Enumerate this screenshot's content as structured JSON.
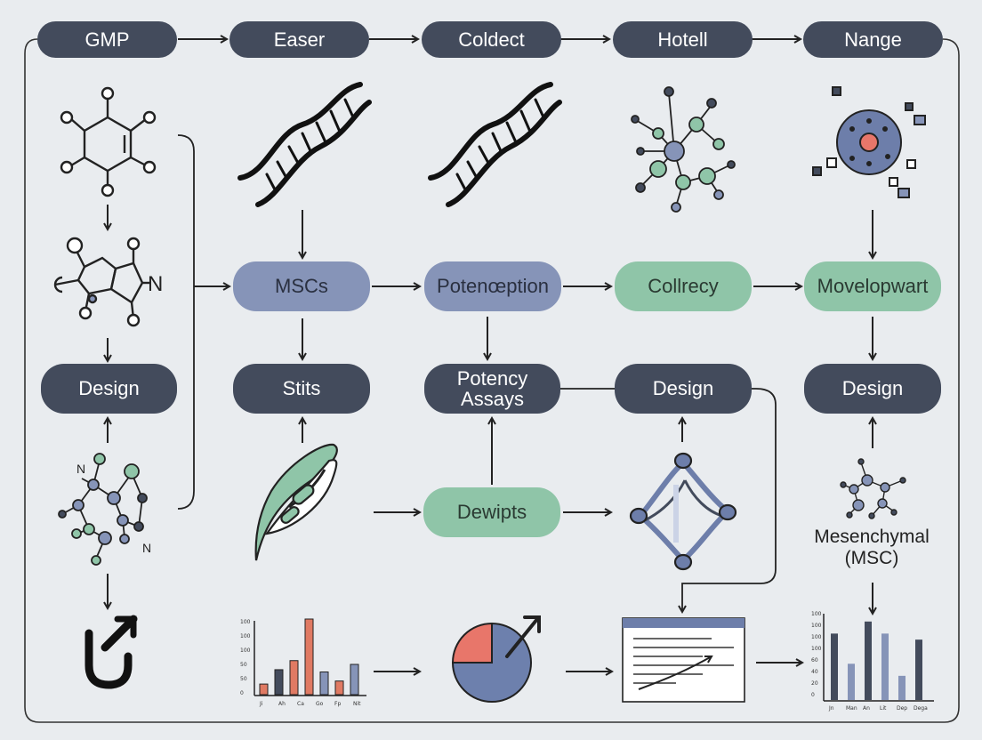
{
  "top_row": [
    "GMP",
    "Easer",
    "Coldect",
    "Hotell",
    "Nange"
  ],
  "middle_row": [
    "MSCs",
    "Potenœption",
    "Collrecy",
    "Movelopwart"
  ],
  "design_row": {
    "left": "Design",
    "stits": "Stits",
    "potency_assays": "Potency Assays",
    "design_mid": "Design",
    "design_right": "Design"
  },
  "dewipts": "Dewipts",
  "mesenchymal_label": "Mesenchymal (MSC)",
  "molecule_labels": {
    "n1": "N",
    "n2": "N",
    "n3": "N"
  },
  "chart_data": [
    {
      "type": "bar",
      "categories": [
        "Ji",
        "Ah",
        "Ca",
        "Go",
        "Fp",
        "Nit"
      ],
      "values": [
        14,
        33,
        45,
        100,
        30,
        18,
        40
      ],
      "ytick_labels": [
        "100",
        "100",
        "100",
        "50",
        "50",
        "0"
      ],
      "colors": [
        "#e07a63",
        "#434b5c",
        "#e07a63",
        "#e07a63",
        "#8694b8",
        "#e07a63",
        "#8694b8"
      ]
    },
    {
      "type": "pie",
      "values": [
        75,
        25
      ],
      "colors": [
        "#6d80ad",
        "#e8766a"
      ]
    },
    {
      "type": "bar",
      "categories": [
        "Jn",
        "Man",
        "An",
        "Lit",
        "Dep",
        "Dega"
      ],
      "values": [
        110,
        60,
        130,
        110,
        40,
        100
      ],
      "ytick_labels": [
        "100",
        "100",
        "100",
        "100",
        "60",
        "40",
        "20",
        "0"
      ],
      "colors": [
        "#434b5c",
        "#8694b8",
        "#434b5c",
        "#8694b8",
        "#8694b8",
        "#434b5c"
      ]
    }
  ],
  "colors": {
    "dark": "#434b5c",
    "blue": "#8694b8",
    "green": "#8fc5a8",
    "red": "#e8766a",
    "background": "#e9ecef"
  }
}
